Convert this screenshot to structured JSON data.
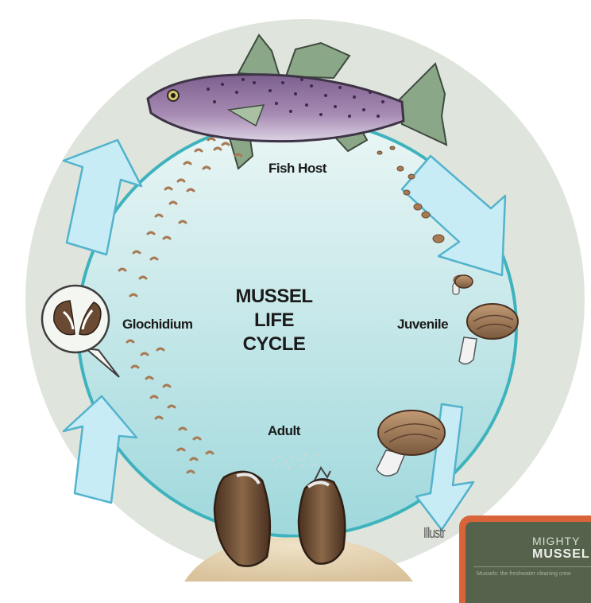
{
  "diagram": {
    "title_lines": [
      "MUSSEL",
      "LIFE",
      "CYCLE"
    ],
    "stages": {
      "fish_host": "Fish Host",
      "glochidium": "Glochidium",
      "juvenile": "Juvenile",
      "adult": "Adult"
    },
    "credit_fragment": "Illustr",
    "colors": {
      "outer_disc": "#dfe5dc",
      "inner_oval": "#cfeef0",
      "cycle_ring": "#3fb3bd",
      "arrow_fill": "#c8ecf6",
      "arrow_stroke": "#53b3cc",
      "larvae": "#a87a53",
      "fish_body": "#8c6f9c",
      "mussel_shell": "#6a4a33"
    }
  },
  "book": {
    "title_top": "MIGHTY",
    "title_main": "MUSSEL",
    "subtitle": "Mussels: the freshwater cleaning crew"
  }
}
